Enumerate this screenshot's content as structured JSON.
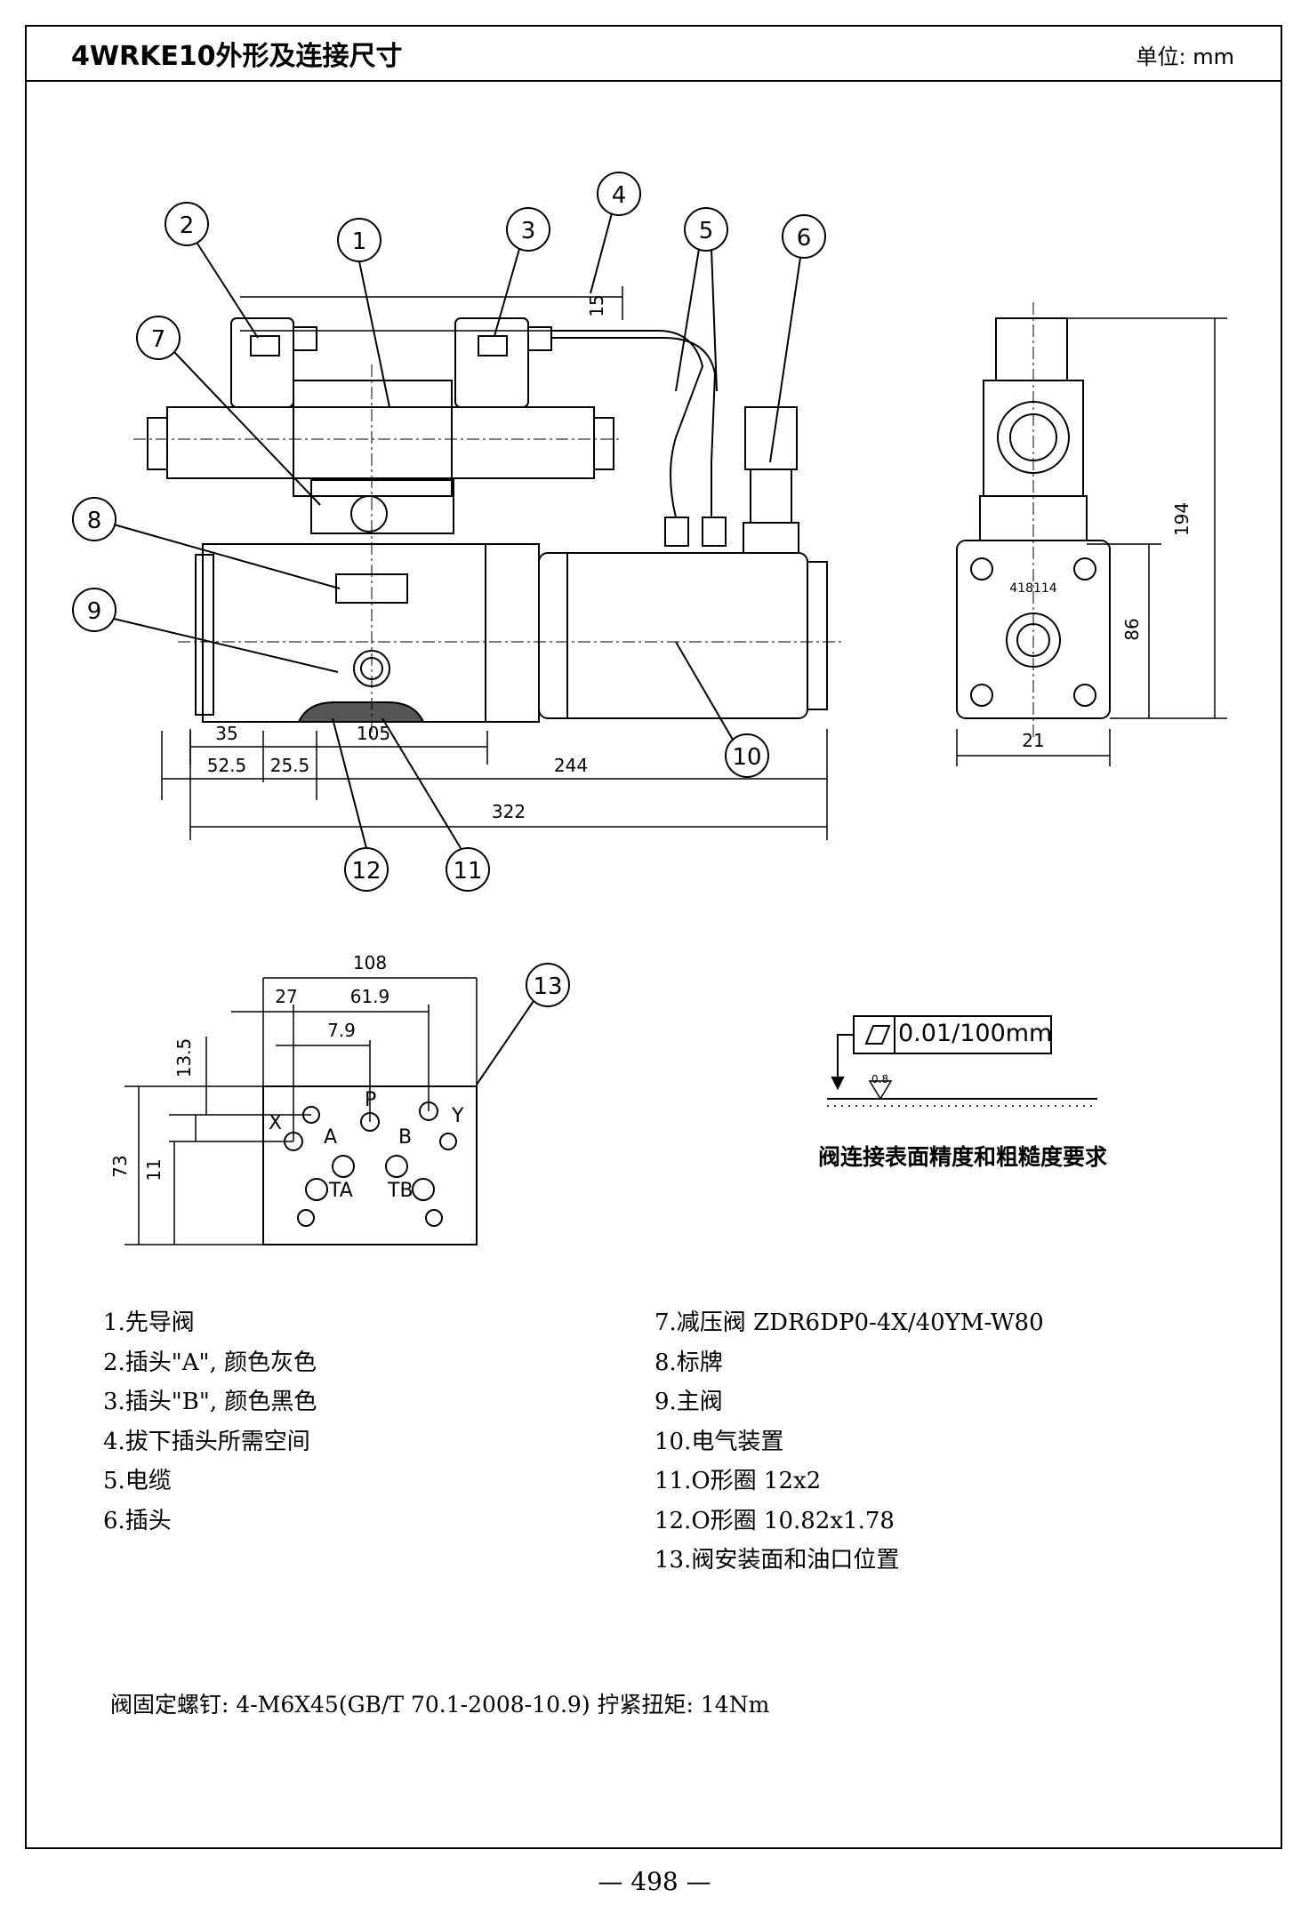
{
  "header": {
    "title": "4WRKE10外形及连接尺寸",
    "unit": "单位: mm"
  },
  "balloons": [
    "1",
    "2",
    "3",
    "4",
    "5",
    "6",
    "7",
    "8",
    "9",
    "10",
    "11",
    "12",
    "13"
  ],
  "dimensions": {
    "d15": "15",
    "d194": "194",
    "d86": "86",
    "d21": "21",
    "d35": "35",
    "d105": "105",
    "d52_5": "52.5",
    "d25_5": "25.5",
    "d244": "244",
    "d322": "322",
    "d108": "108",
    "d27": "27",
    "d61_9": "61.9",
    "d7_9": "7.9",
    "d13_5": "13.5",
    "d73": "73",
    "d11": "11"
  },
  "ports": {
    "p": "P",
    "a": "A",
    "b": "B",
    "x": "X",
    "y": "Y",
    "ta": "TA",
    "tb": "TB"
  },
  "nameplate": "418114",
  "tolerance": {
    "value": "0.01/100mm",
    "roughness": "0.8",
    "caption": "阀连接表面精度和粗糙度要求"
  },
  "legend_left": [
    "1.先导阀",
    "2.插头\"A\", 颜色灰色",
    "3.插头\"B\", 颜色黑色",
    "4.拔下插头所需空间",
    "5.电缆",
    "6.插头"
  ],
  "legend_right": [
    "7.减压阀 ZDR6DP0-4X/40YM-W80",
    "8.标牌",
    "9.主阀",
    "10.电气装置",
    "11.O形圈 12x2",
    "12.O形圈 10.82x1.78",
    "13.阀安装面和油口位置"
  ],
  "note": "阀固定螺钉: 4-M6X45(GB/T 70.1-2008-10.9) 拧紧扭矩: 14Nm",
  "page_number": "— 498 —"
}
